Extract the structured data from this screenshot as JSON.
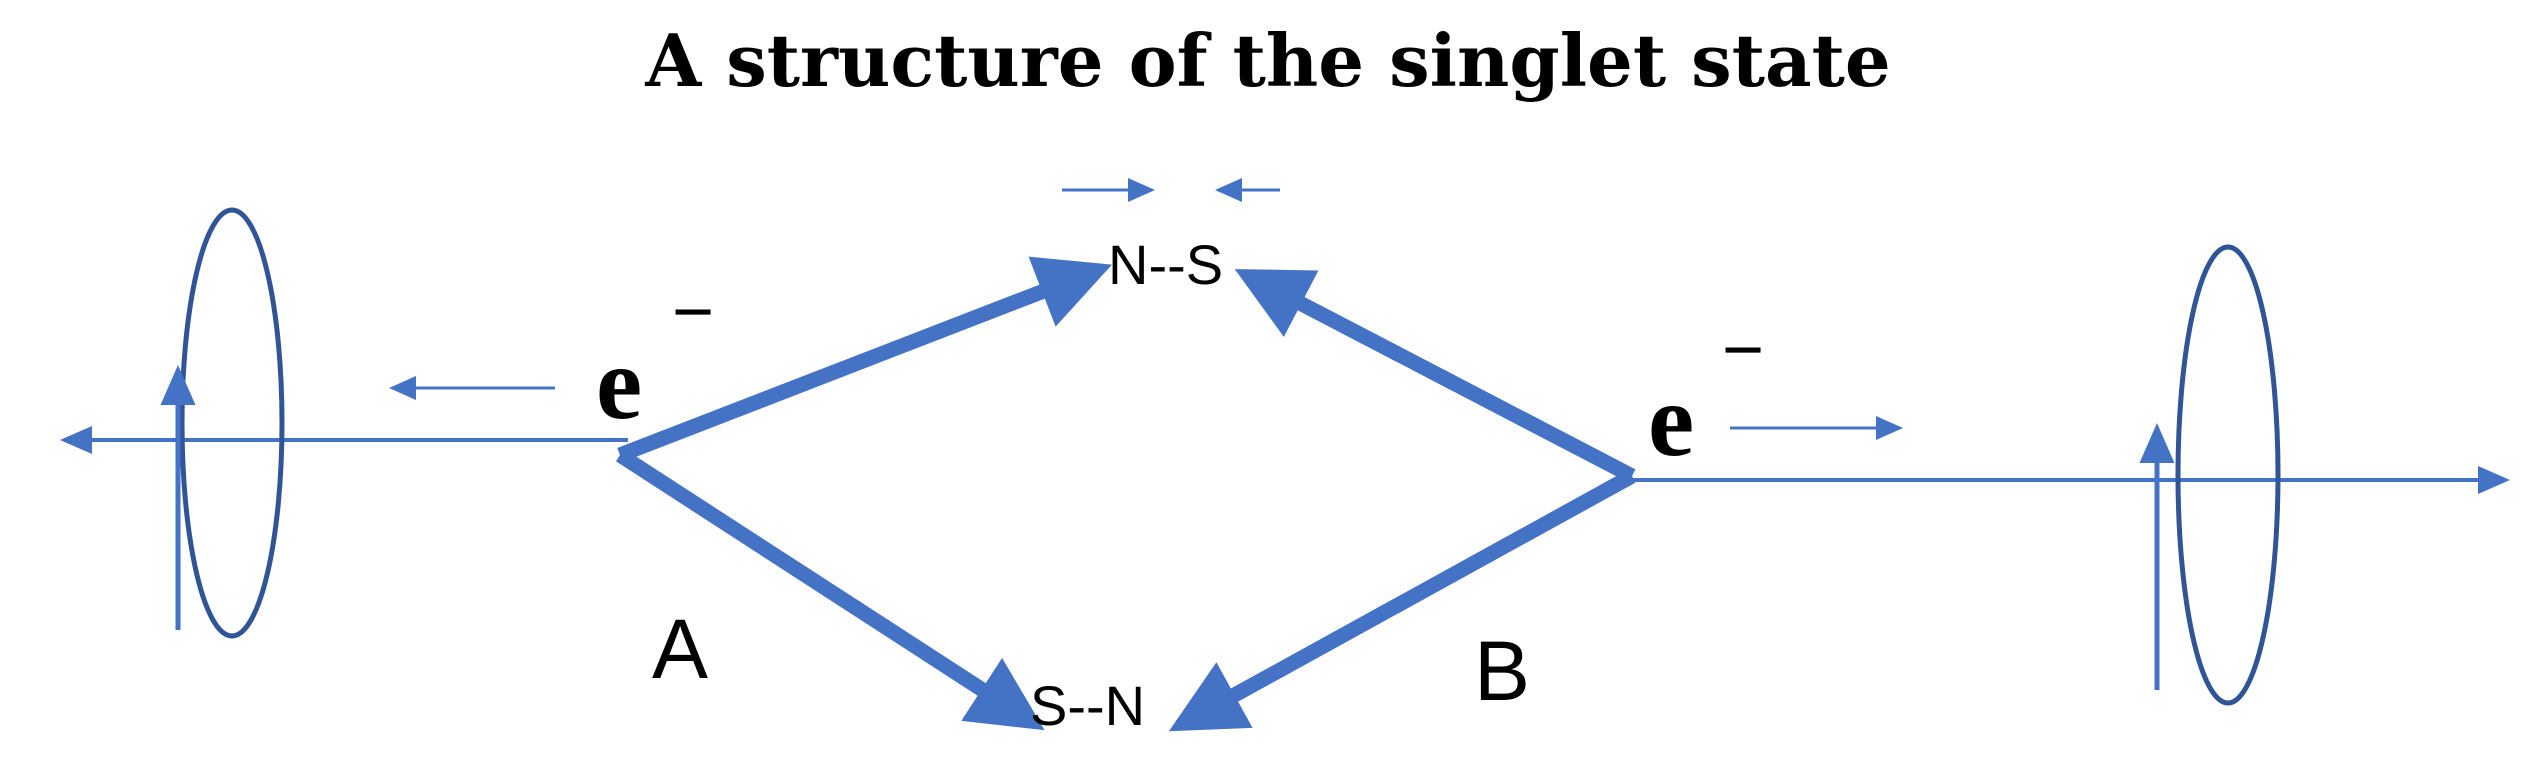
{
  "title": "A structure of the singlet state",
  "labels": {
    "electron_left": "e",
    "electron_right": "e",
    "electron_charge": "−",
    "path_a": "A",
    "path_b": "B",
    "pole_top": "N--S",
    "pole_bottom": "S--N"
  },
  "colors": {
    "arrow": "#4472C4",
    "text": "#000000",
    "background": "#ffffff"
  }
}
